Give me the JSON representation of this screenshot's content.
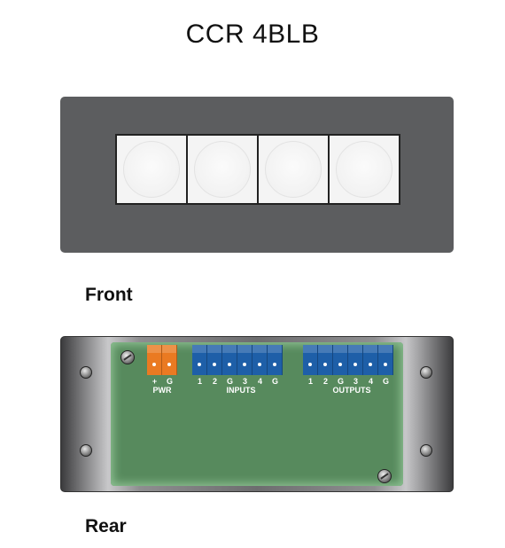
{
  "title": "CCR 4BLB",
  "front": {
    "label": "Front",
    "buttons": [
      "",
      "",
      "",
      ""
    ]
  },
  "rear": {
    "label": "Rear",
    "pwr": {
      "label": "PWR",
      "pins": [
        "+",
        "G"
      ]
    },
    "inputs": {
      "label": "INPUTS",
      "pins": [
        "1",
        "2",
        "G",
        "3",
        "4",
        "G"
      ]
    },
    "outputs": {
      "label": "OUTPUTS",
      "pins": [
        "1",
        "2",
        "G",
        "3",
        "4",
        "G"
      ]
    }
  },
  "colors": {
    "front_panel": "#5c5d5f",
    "pcb": "#578a5d",
    "terminal_blue": "#1e5fa8",
    "terminal_orange": "#ea7a22"
  }
}
